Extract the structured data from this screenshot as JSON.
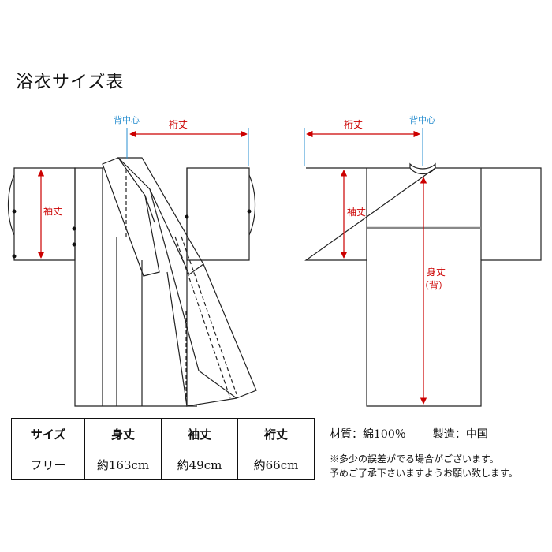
{
  "title": "浴衣サイズ表",
  "labels": {
    "back_center": "背中心",
    "yuki": "裄丈",
    "sode": "袖丈",
    "mitake_line1": "身丈",
    "mitake_line2": "（背）"
  },
  "colors": {
    "accent": "#cc0000",
    "center": "#2a8fd0"
  },
  "table": {
    "headers": [
      "サイズ",
      "身丈",
      "袖丈",
      "裄丈"
    ],
    "rows": [
      [
        "フリー",
        "約163cm",
        "約49cm",
        "約66cm"
      ]
    ]
  },
  "info": {
    "material": "材質：綿100％",
    "made_in": "製造：中国"
  },
  "notes": [
    "※多少の誤差がでる場合がございます。",
    "予めご了承下さいますようお願い致します。"
  ]
}
